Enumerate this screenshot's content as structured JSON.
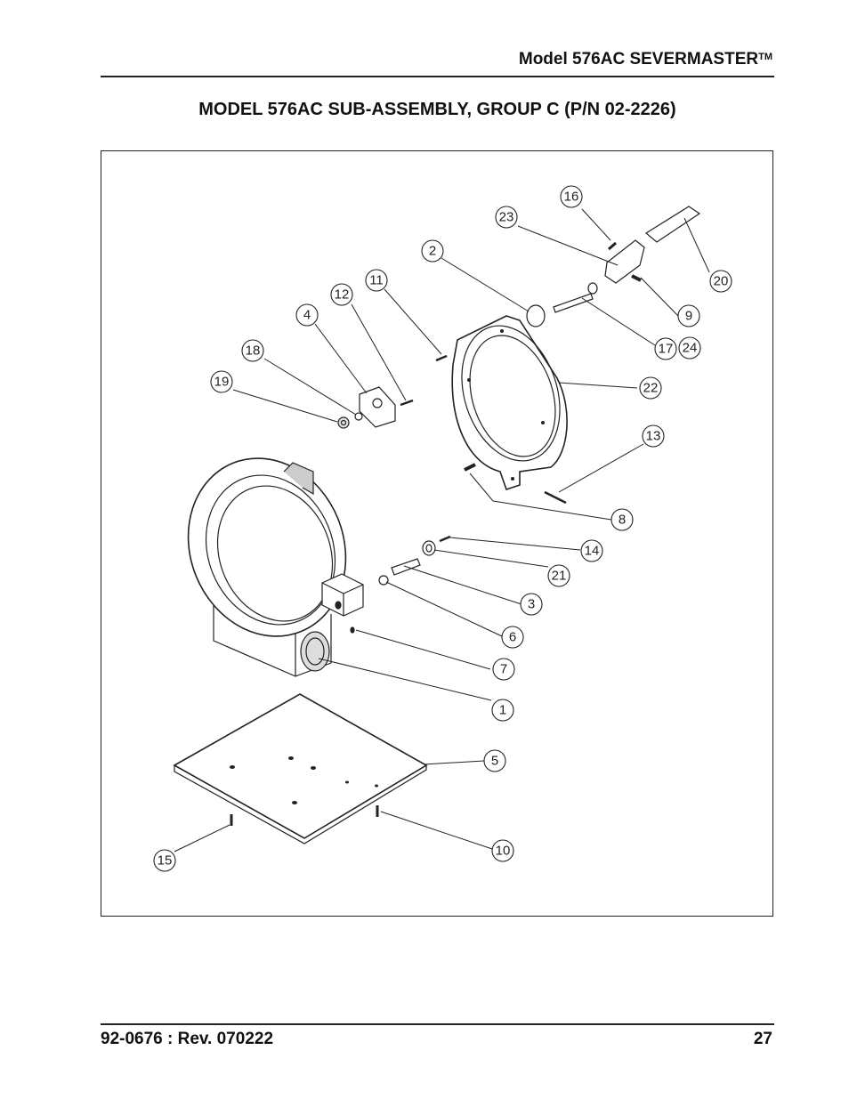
{
  "header": {
    "model_text": "Model 576AC SEVERMASTER",
    "trademark": "TM"
  },
  "title": "MODEL 576AC SUB-ASSEMBLY, GROUP C (P/N 02-2226)",
  "callouts": [
    "1",
    "2",
    "3",
    "4",
    "5",
    "6",
    "7",
    "8",
    "9",
    "10",
    "11",
    "12",
    "13",
    "14",
    "15",
    "16",
    "17",
    "18",
    "19",
    "20",
    "21",
    "22",
    "23",
    "24"
  ],
  "footer": {
    "doc_number": "92-0676 : Rev. 070222",
    "page_number": "27"
  }
}
